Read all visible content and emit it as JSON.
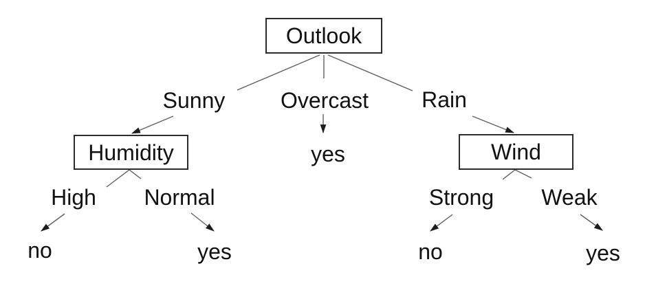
{
  "colors": {
    "background": "#ffffff",
    "text": "#111111",
    "box_border": "#2b2b2b",
    "line": "#5f5f5f",
    "arrowhead": "#1c1c1c"
  },
  "tree": {
    "type": "decision-tree",
    "root": {
      "label": "Outlook"
    },
    "branches": [
      {
        "label": "Sunny",
        "child": {
          "label": "Humidity"
        },
        "sub_branches": [
          {
            "label": "High",
            "leaf": "no"
          },
          {
            "label": "Normal",
            "leaf": "yes"
          }
        ]
      },
      {
        "label": "Overcast",
        "leaf": "yes"
      },
      {
        "label": "Rain",
        "child": {
          "label": "Wind"
        },
        "sub_branches": [
          {
            "label": "Strong",
            "leaf": "no"
          },
          {
            "label": "Weak",
            "leaf": "yes"
          }
        ]
      }
    ]
  }
}
